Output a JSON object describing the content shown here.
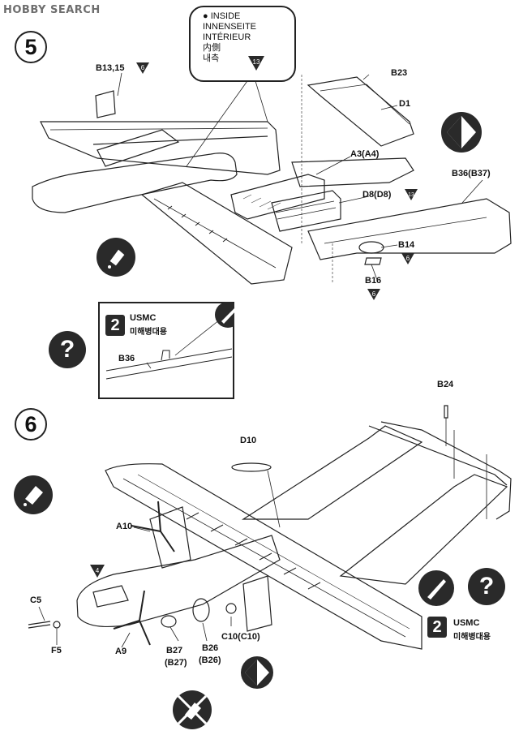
{
  "watermark": "HOBBY SEARCH",
  "step5": {
    "number": "5",
    "inside_callout": {
      "lines": [
        "● INSIDE",
        "INNENSEITE",
        "INTÉRIEUR",
        "内側",
        "내측"
      ],
      "color_badge": "13"
    },
    "parts": {
      "b13_15": "B13,15",
      "b13_15_color": "6",
      "b23": "B23",
      "d1": "D1",
      "a3": "A3(A4)",
      "d8": "D8(D8)",
      "d8_color": "13",
      "b36": "B36(B37)",
      "b14": "B14",
      "b14_color": "6",
      "b16": "B16",
      "b16_color": "6"
    },
    "detail": {
      "badge": "2",
      "usmc": "USMC",
      "usmc_kr": "미해병대용",
      "part": "B36"
    }
  },
  "step6": {
    "number": "6",
    "parts": {
      "b24": "B24",
      "d10": "D10",
      "a10": "A10",
      "c5": "C5",
      "f5": "F5",
      "a9": "A9",
      "b27": "B27",
      "b27_alt": "(B27)",
      "b26": "B26",
      "b26_alt": "(B26)",
      "c10": "C10(C10)",
      "nose_color": "4"
    },
    "usmc_badge": "2",
    "usmc": "USMC",
    "usmc_kr": "미해병대용"
  },
  "question_mark": "?",
  "icons": [
    "glue-bottle-icon",
    "cement-icon",
    "knife-icon",
    "diamond-icon",
    "no-glue-icon"
  ]
}
